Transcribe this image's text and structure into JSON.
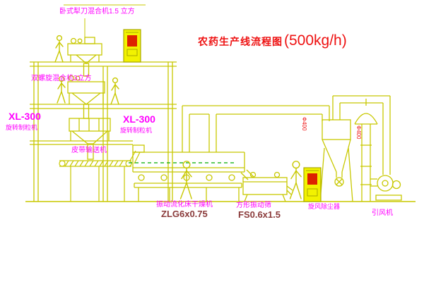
{
  "title": {
    "main": "农药生产线流程图",
    "capacity": "(500kg/h)"
  },
  "equipment_labels": {
    "top_mixer": "卧式犁刀混合机1.5 立方",
    "second_mixer": "双螺旋混合机3立方",
    "granulator_left": {
      "model": "XL-300",
      "name": "旋转制粒机"
    },
    "granulator_mid": {
      "model": "XL-300",
      "name": "旋转制粒机"
    },
    "belt_conveyor": "皮带输送机",
    "fluid_bed_dryer": {
      "name": "振动流化床干燥机",
      "model": "ZLG6x0.75"
    },
    "square_sieve": {
      "name": "方形振动筛",
      "model": "FS0.6x1.5"
    },
    "cyclone": "旋风除尘器",
    "induced_draft_fan": "引风机"
  },
  "dimension_marks": {
    "duct_diameter": "Ф400",
    "stack_diameter": "Ф400"
  },
  "colors": {
    "linework": "#c8c800",
    "label_magenta": "#ff00ff",
    "title_red": "#ee1111",
    "model_dark_red": "#8a3a3a",
    "cabinet_fill": "#f2f200",
    "cabinet_red": "#dd2200",
    "dashed_green": "#00aa00",
    "background": "#ffffff"
  }
}
